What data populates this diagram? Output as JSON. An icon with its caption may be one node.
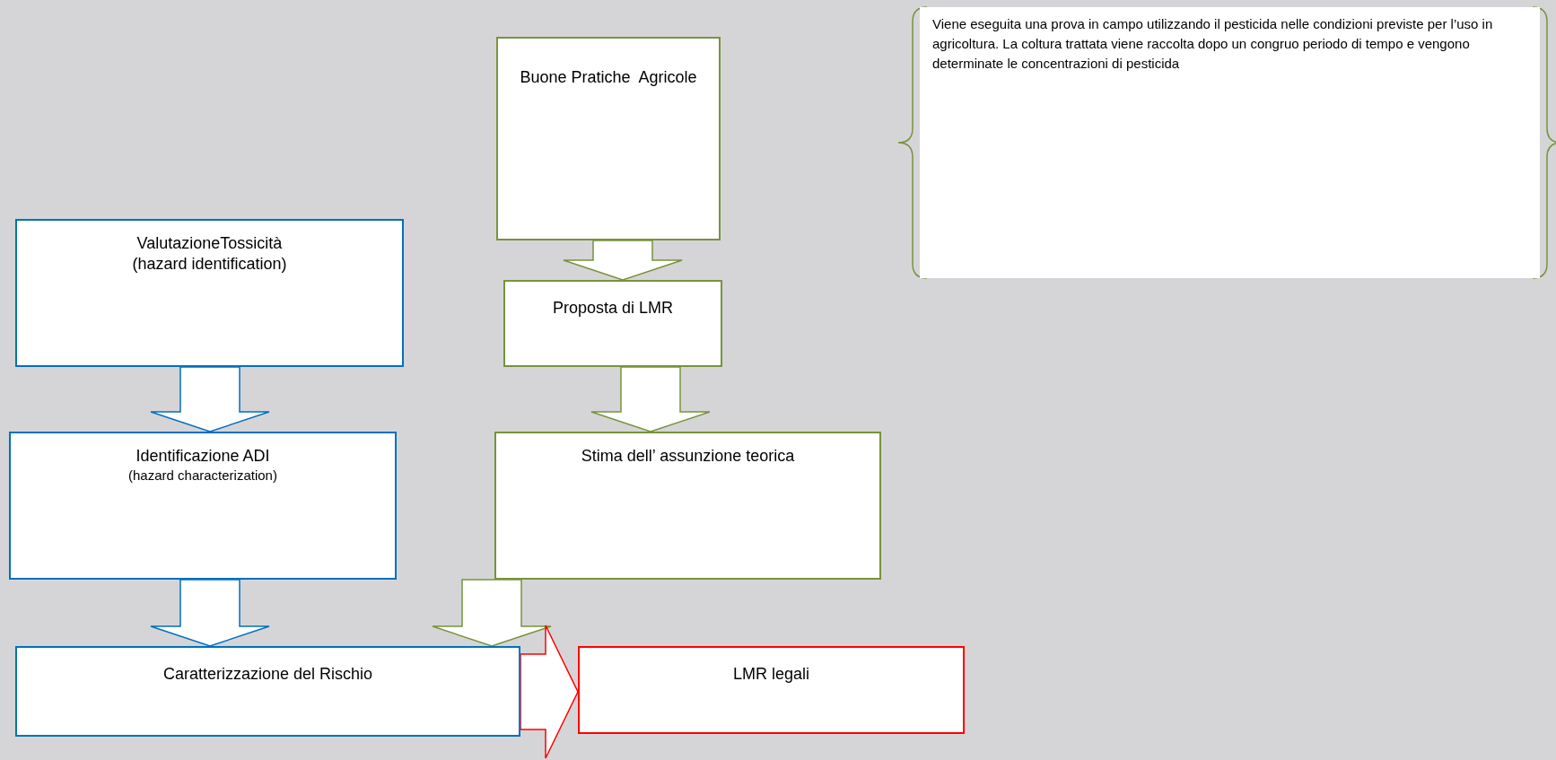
{
  "diagram": {
    "nodes": [
      {
        "text": [
          "Buone Pratiche  Agricole"
        ]
      },
      {
        "text": [
          "Viene eseguita una prova in campo utilizzando il pesticida nelle condizioni previste per l’uso in agricoltura. La coltura trattata viene raccolta dopo un congruo periodo di tempo e vengono determinate le concentrazioni di pesticida"
        ]
      },
      {
        "text": [
          "ValutazioneTossicità",
          "(hazard identification)"
        ]
      },
      {
        "text": [
          "Proposta di LMR"
        ]
      },
      {
        "text": [
          "Identificazione ADI",
          "(hazard characterization)"
        ]
      },
      {
        "text": [
          "Stima dell’ assunzione teorica"
        ]
      },
      {
        "text": [
          "Caratterizzazione del Rischio"
        ]
      },
      {
        "text": [
          "LMR legali"
        ]
      }
    ],
    "edges": [
      {
        "from": 0,
        "to": 3,
        "arrow": "to"
      },
      {
        "from": 2,
        "to": 4,
        "arrow": "to",
        "color": "#0070c0"
      },
      {
        "from": 3,
        "to": 5,
        "arrow": "to"
      },
      {
        "from": 4,
        "to": 6,
        "arrow": "to",
        "color": "#0070c0"
      },
      {
        "from": 5,
        "to": 6,
        "arrow": "to"
      },
      {
        "from": 6,
        "to": 7,
        "arrow": "to",
        "color": "#ff0000"
      }
    ]
  }
}
